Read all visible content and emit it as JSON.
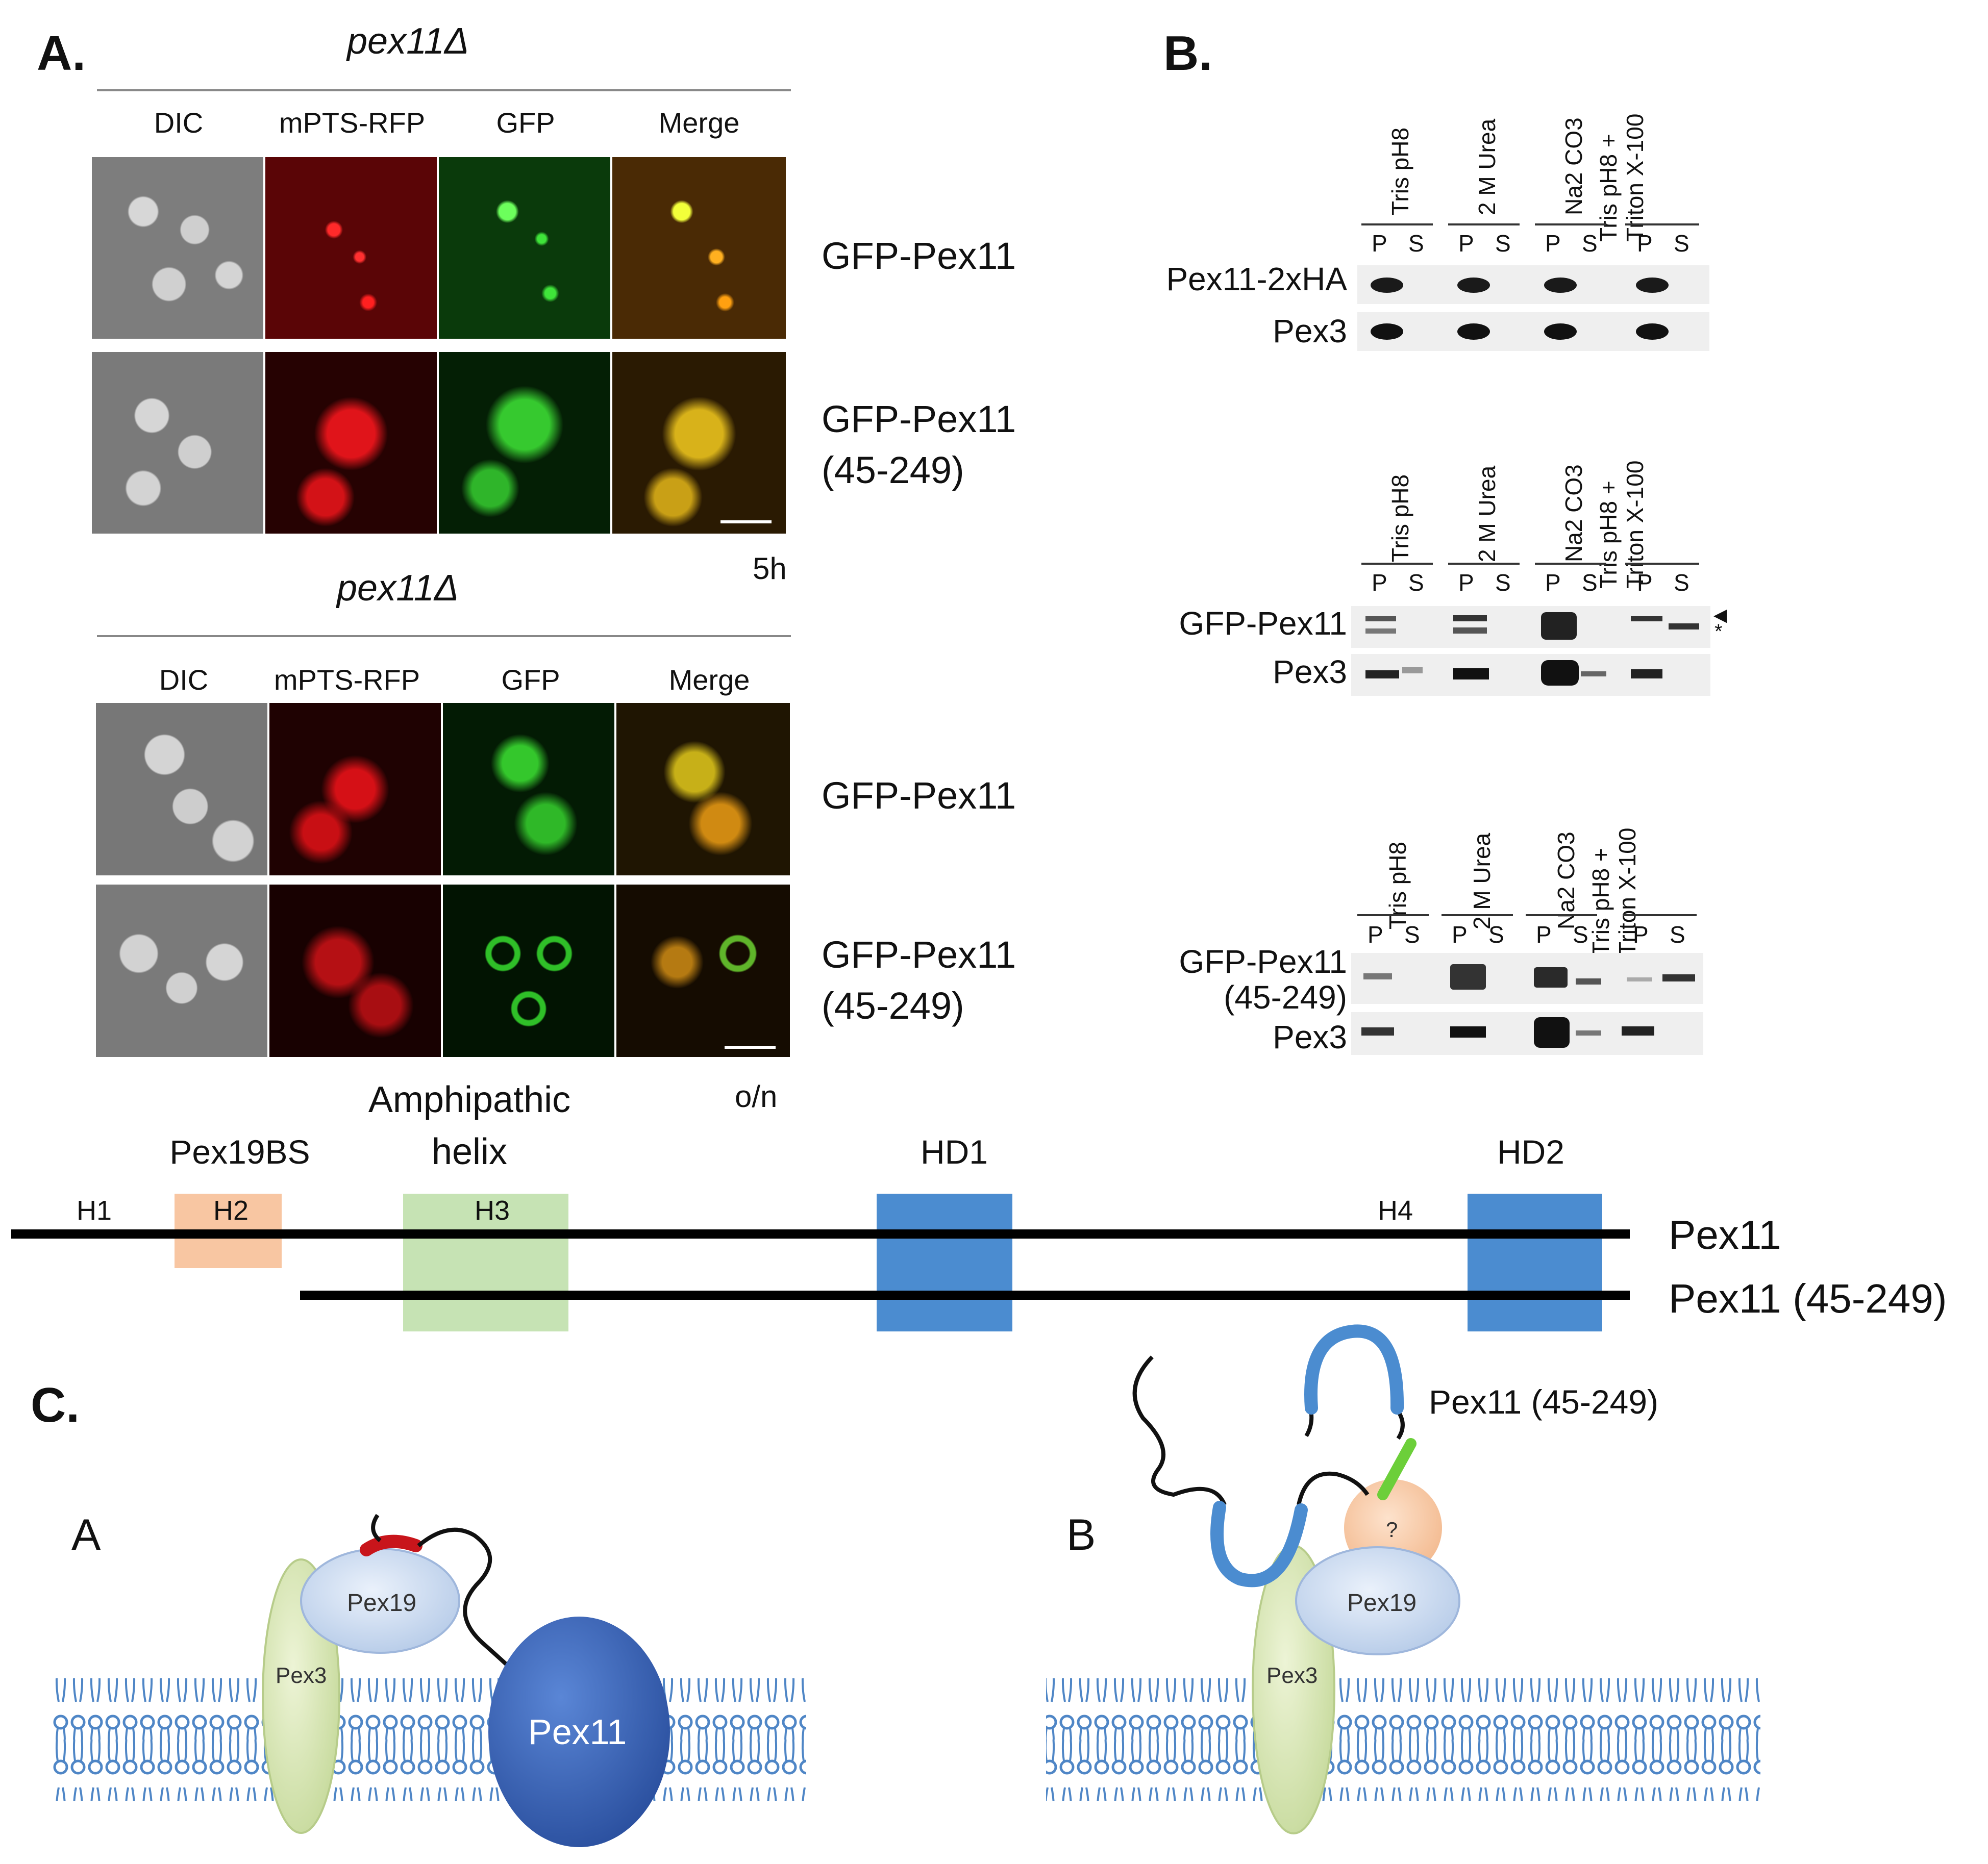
{
  "panel_a": {
    "letter": "A.",
    "top_block": {
      "strain": "pex11Δ",
      "columns": [
        "DIC",
        "mPTS-RFP",
        "GFP",
        "Merge"
      ],
      "rows": [
        "GFP-Pex11",
        "GFP-Pex11\n(45-249)"
      ],
      "time": "5h"
    },
    "bottom_block": {
      "strain": "pex11Δ",
      "columns": [
        "DIC",
        "mPTS-RFP",
        "GFP",
        "Merge"
      ],
      "rows": [
        "GFP-Pex11",
        "GFP-Pex11\n(45-249)"
      ],
      "time": "o/n"
    },
    "colors": {
      "rfp": "#d8121a",
      "gfp": "#2fc22a",
      "merge": "#e3a019",
      "dic": "#9a9a9a"
    }
  },
  "panel_b": {
    "letter": "B.",
    "treatments": [
      "Tris pH8",
      "2 M Urea",
      "Na2 CO3",
      "Tris pH8 +\nTriton X-100"
    ],
    "lane_p": "P",
    "lane_s": "S",
    "blot1": {
      "rows": [
        "Pex11-2xHA",
        "Pex3"
      ]
    },
    "blot2": {
      "rows": [
        "GFP-Pex11",
        "Pex3"
      ],
      "markers": [
        "▶",
        "*"
      ]
    },
    "blot3": {
      "rows": [
        "GFP-Pex11\n(45-249)",
        "Pex3"
      ]
    }
  },
  "domain_map": {
    "labels_top": {
      "pex19bs": "Pex19BS",
      "amph": "Amphipathic\nhelix",
      "hd1": "HD1",
      "hd2": "HD2"
    },
    "helices": {
      "h1": "H1",
      "h2": "H2",
      "h3": "H3",
      "h4": "H4"
    },
    "constructs": [
      "Pex11",
      "Pex11 (45-249)"
    ],
    "colors": {
      "pex19bs": "#f8c6a2",
      "amph": "#c6e3b4",
      "hd": "#4b8cd0"
    }
  },
  "panel_c": {
    "letter": "C.",
    "model_a": {
      "label": "A",
      "pex3": "Pex3",
      "pex19": "Pex19",
      "pex11": "Pex11"
    },
    "model_b": {
      "label": "B",
      "pex3": "Pex3",
      "pex19": "Pex19",
      "unknown": "?",
      "construct": "Pex11 (45-249)"
    },
    "colors": {
      "pex3": "#d6e6b0",
      "pex19": "#c8d9ef",
      "pex11": "#3a63b3",
      "membrane": "#4f86c6",
      "bs": "#c8151b",
      "amph": "#6ccf3a",
      "unknown": "#f8cfae"
    }
  }
}
